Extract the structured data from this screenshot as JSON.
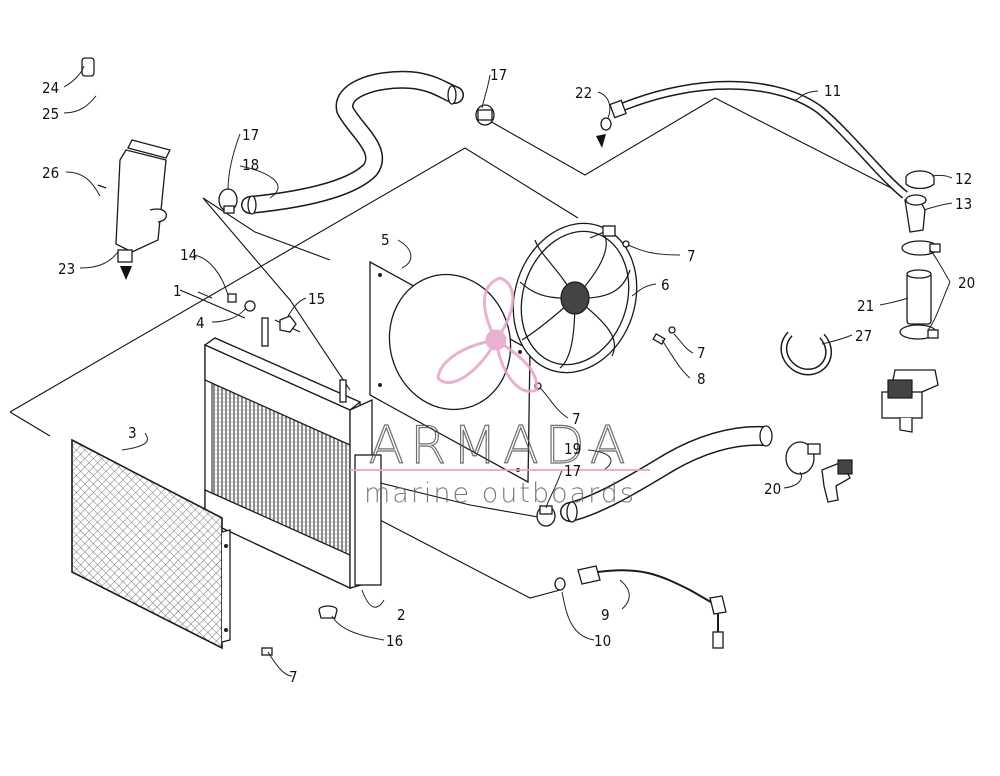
{
  "watermark": {
    "brand": "ARMADA",
    "tagline": "marine outboards",
    "color": "#e6a3c9"
  },
  "callouts": [
    {
      "id": "c1",
      "label": "1"
    },
    {
      "id": "c2",
      "label": "2"
    },
    {
      "id": "c3",
      "label": "3"
    },
    {
      "id": "c4",
      "label": "4"
    },
    {
      "id": "c5",
      "label": "5"
    },
    {
      "id": "c6",
      "label": "6"
    },
    {
      "id": "c7a",
      "label": "7"
    },
    {
      "id": "c7b",
      "label": "7"
    },
    {
      "id": "c7c",
      "label": "7"
    },
    {
      "id": "c7d",
      "label": "7"
    },
    {
      "id": "c8",
      "label": "8"
    },
    {
      "id": "c9",
      "label": "9"
    },
    {
      "id": "c10",
      "label": "10"
    },
    {
      "id": "c11",
      "label": "11"
    },
    {
      "id": "c12",
      "label": "12"
    },
    {
      "id": "c13",
      "label": "13"
    },
    {
      "id": "c14",
      "label": "14"
    },
    {
      "id": "c15",
      "label": "15"
    },
    {
      "id": "c16",
      "label": "16"
    },
    {
      "id": "c17a",
      "label": "17"
    },
    {
      "id": "c17b",
      "label": "17"
    },
    {
      "id": "c17c",
      "label": "17"
    },
    {
      "id": "c18",
      "label": "18"
    },
    {
      "id": "c19",
      "label": "19"
    },
    {
      "id": "c20a",
      "label": "20"
    },
    {
      "id": "c20b",
      "label": "20"
    },
    {
      "id": "c21",
      "label": "21"
    },
    {
      "id": "c22",
      "label": "22"
    },
    {
      "id": "c23",
      "label": "23"
    },
    {
      "id": "c24",
      "label": "24"
    },
    {
      "id": "c25",
      "label": "25"
    },
    {
      "id": "c26",
      "label": "26"
    },
    {
      "id": "c27",
      "label": "27"
    }
  ]
}
